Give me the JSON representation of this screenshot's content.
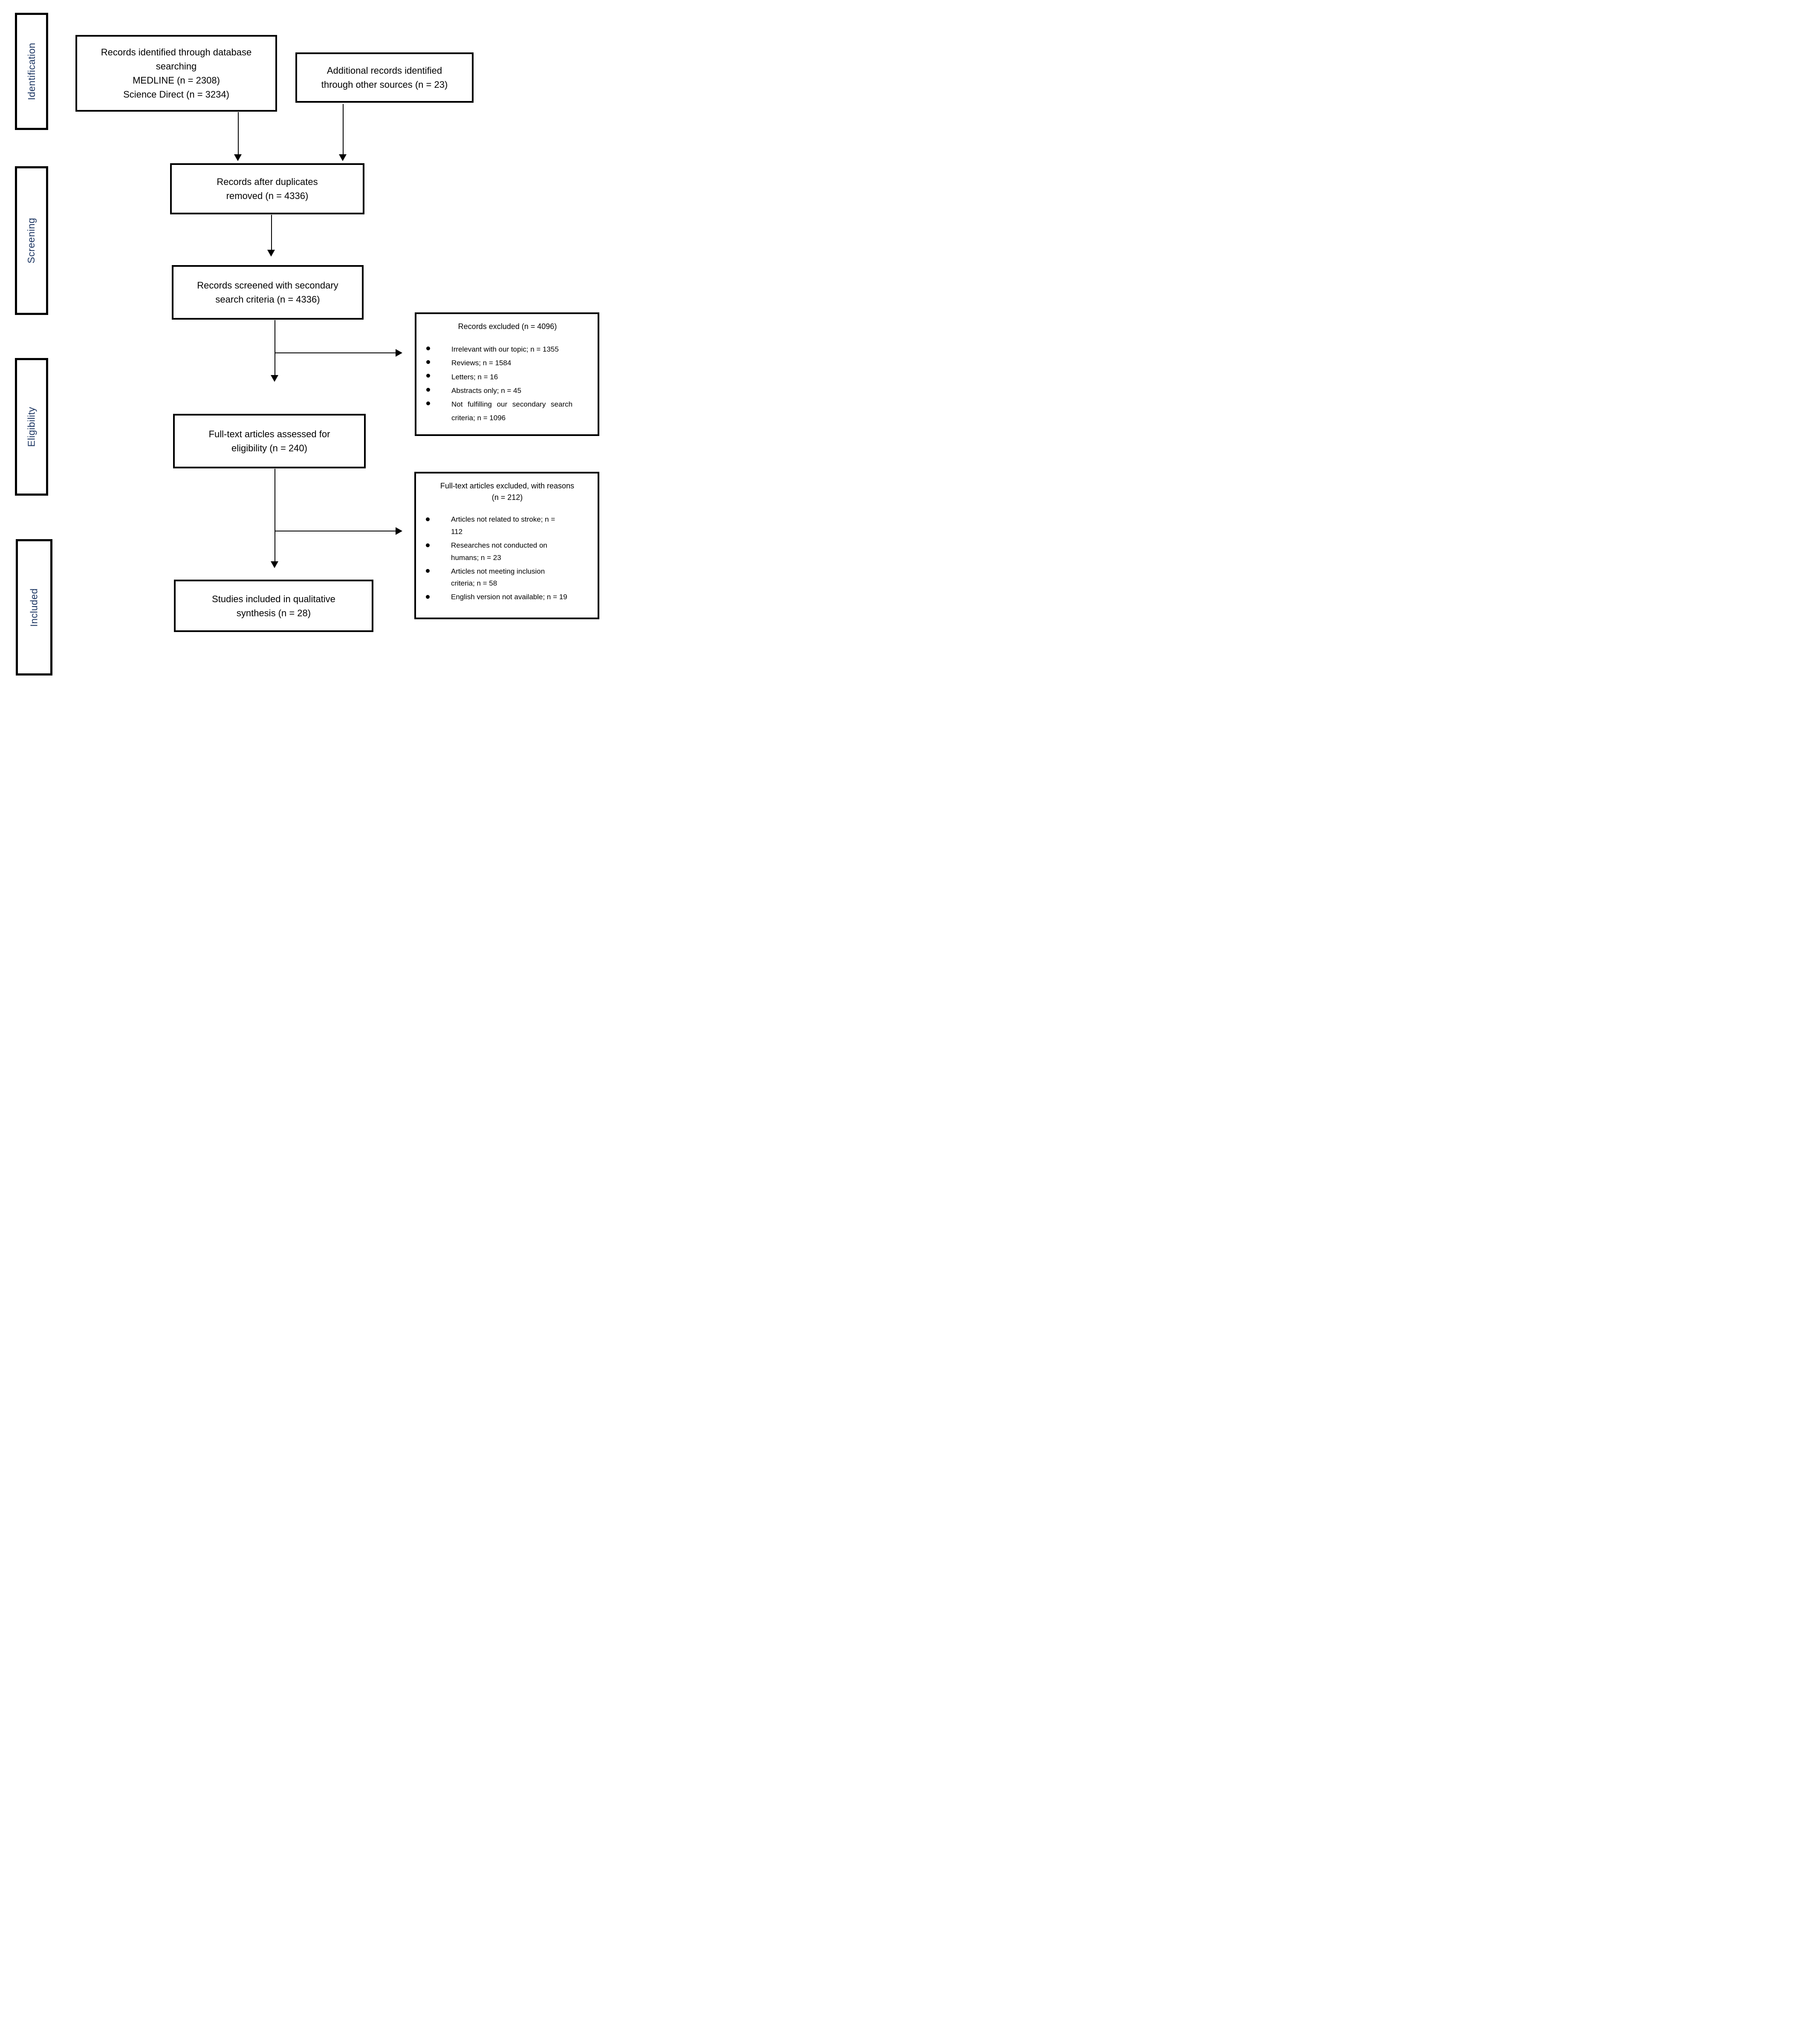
{
  "diagram": {
    "type": "prisma-flow",
    "colors": {
      "stage_label": "#1f3864",
      "box_border": "#000000",
      "arrow": "#000000",
      "background": "#ffffff"
    },
    "stages": [
      {
        "id": "identification",
        "label": "Identification"
      },
      {
        "id": "screening",
        "label": "Screening"
      },
      {
        "id": "eligibility",
        "label": "Eligibility"
      },
      {
        "id": "included",
        "label": "Included"
      }
    ],
    "boxes": {
      "records_identified": {
        "text": "Records identified through database\nsearching\nMEDLINE (n = 2308)\nScience Direct (n = 3234)"
      },
      "additional_records": {
        "text": "Additional records identified\nthrough other sources (n = 23)"
      },
      "duplicates_removed": {
        "text": "Records after duplicates\nremoved (n = 4336)"
      },
      "records_screened": {
        "text": "Records screened with secondary\nsearch criteria (n = 4336)"
      },
      "records_excluded": {
        "title": "Records excluded (n = 4096)",
        "bullets": [
          "Irrelevant with our topic; n = 1355",
          "Reviews; n = 1584",
          "Letters; n = 16",
          "Abstracts only; n = 45",
          "Not fulfilling our secondary search\ncriteria; n = 1096"
        ]
      },
      "fulltext_assessed": {
        "text": "Full-text articles assessed for\neligibility (n = 240)"
      },
      "fulltext_excluded": {
        "title": "Full-text articles excluded, with reasons\n(n = 212)",
        "bullets": [
          "Articles not related to stroke; n =\n112",
          "Researches not conducted on\nhumans; n = 23",
          "Articles not meeting inclusion\ncriteria; n = 58",
          "English version not available; n = 19"
        ]
      },
      "studies_included": {
        "text": "Studies included in qualitative\nsynthesis (n = 28)"
      }
    },
    "counts": {
      "medline": 2308,
      "science_direct": 3234,
      "other_sources": 23,
      "after_duplicates": 4336,
      "screened": 4336,
      "records_excluded": 4096,
      "irrelevant_topic": 1355,
      "reviews": 1584,
      "letters": 16,
      "abstracts_only": 45,
      "not_fulfilling_secondary_criteria": 1096,
      "fulltext_assessed": 240,
      "fulltext_excluded": 212,
      "not_related_stroke": 112,
      "not_on_humans": 23,
      "not_meeting_inclusion": 58,
      "no_english_version": 19,
      "qualitative_synthesis": 28
    }
  }
}
